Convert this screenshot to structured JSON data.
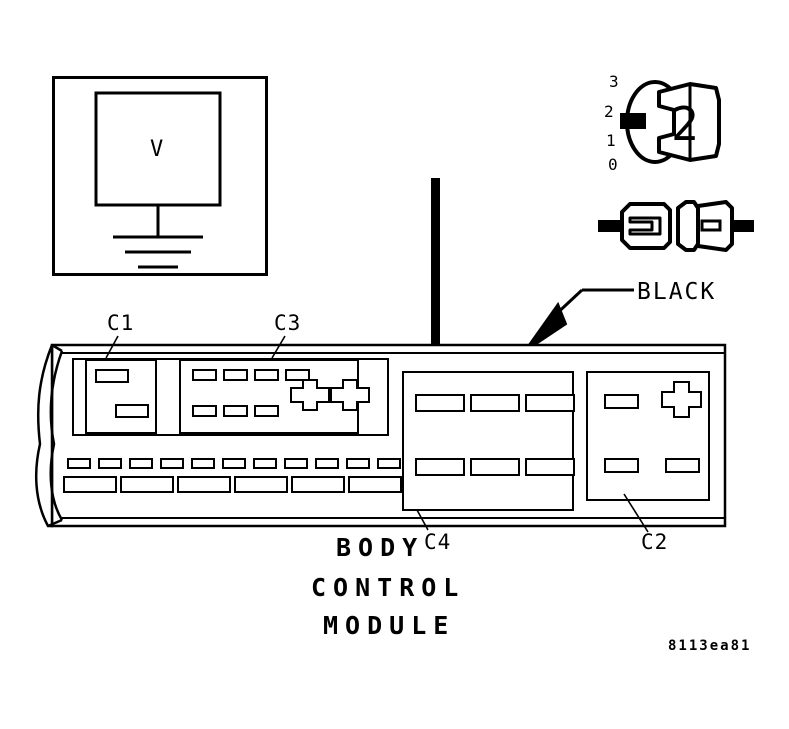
{
  "diagram": {
    "title_lines": [
      "BODY",
      "CONTROL",
      "MODULE"
    ],
    "figure_code": "8113ea81",
    "wire_color_label": "BLACK",
    "meter": {
      "symbol": "V",
      "name": "voltmeter-ground-symbol"
    },
    "rotary_switch": {
      "selected_position": "2",
      "positions": [
        "3",
        "2",
        "1",
        "0"
      ]
    },
    "connector_labels": {
      "c1": "C1",
      "c2": "C2",
      "c3": "C3",
      "c4": "C4"
    },
    "connectors": {
      "c1": {
        "label": "C1",
        "cavity_count": 2
      },
      "c2": {
        "label": "C2",
        "cavity_count": 4,
        "large_pin_count": 1
      },
      "c3": {
        "label": "C3",
        "cavity_count": 7,
        "large_pin_count": 2
      },
      "c4": {
        "label": "C4",
        "cavity_count": 6
      },
      "main_header": {
        "small_pin_count": 11,
        "wide_pin_count": 6
      }
    },
    "colors": {
      "line": "#000000",
      "fill": "#ffffff",
      "background": "#ffffff"
    }
  }
}
